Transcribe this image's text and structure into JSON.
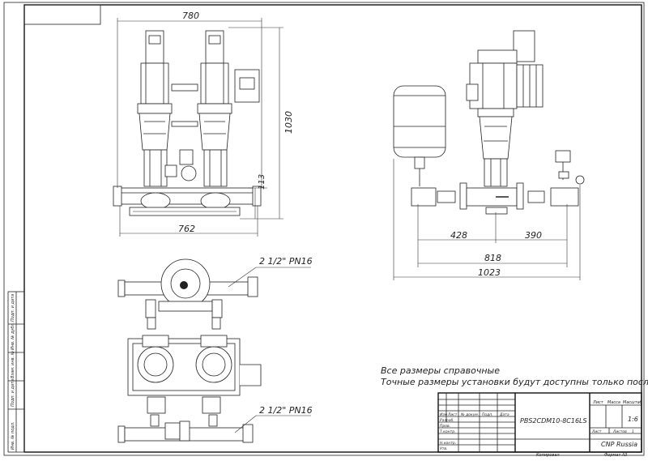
{
  "dimensions": {
    "front_width_top": "780",
    "front_height": "1030",
    "front_base_height": "113",
    "front_width_bottom": "762",
    "side_left": "428",
    "side_right": "390",
    "side_total_pipe": "818",
    "side_total": "1023"
  },
  "callouts": {
    "inlet_top": "2 1/2\" PN16",
    "inlet_bottom": "2 1/2\" PN16"
  },
  "notes": {
    "line1": "Все размеры справочные",
    "line2": "Точные размеры установки будут доступны только после сборки"
  },
  "title_block": {
    "designation": "PBS2CDM10-8C16LS",
    "company": "CNP Russia",
    "sheet_label": "Лист",
    "mass_label": "Масса",
    "scale_label": "Масштаб",
    "scale_value": "1:6",
    "sheet_of_label": "Лист",
    "sheets_label": "Листов",
    "sheets_value": "1",
    "col_izm": "Изм",
    "col_list": "Лист",
    "col_doc": "№ докум.",
    "col_sign": "Подп.",
    "col_date": "Дата",
    "row_razrab": "Разраб.",
    "row_prov": "Пров.",
    "row_tkontr": "Т.контр.",
    "row_nkontr": "Н.контр.",
    "row_utv": "Утв."
  },
  "bottom_labels": {
    "copied": "Копировал",
    "format": "Формат A3"
  },
  "side_strip": [
    "Инв. № подл.",
    "Подп. и дата",
    "Взам. инв. №",
    "Инв. № дубл.",
    "Подп. и дата"
  ]
}
